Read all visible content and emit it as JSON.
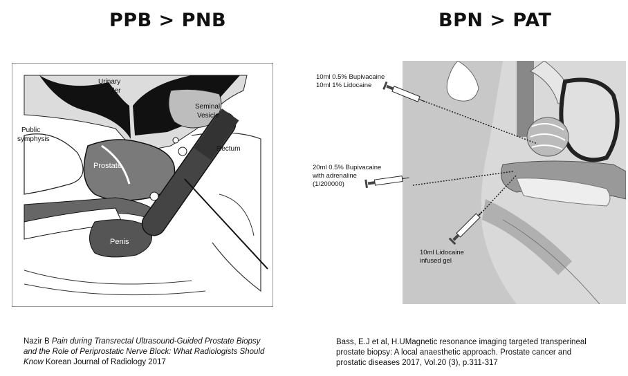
{
  "headings": {
    "left": "PPB > PNB",
    "right": "BPN > PAT"
  },
  "left_diagram": {
    "labels": {
      "urinary_bladder_1": "Urinary",
      "urinary_bladder_2": "Bladder",
      "seminal_1": "Seminal",
      "seminal_2": "Vesicle",
      "pubic_1": "Public",
      "pubic_2": "symphysis",
      "rectum": "Rectum",
      "prostate": "Prostate",
      "penis": "Penis"
    }
  },
  "right_diagram": {
    "annotations": {
      "a1_line1": "10ml 0.5% Bupivacaine",
      "a1_line2": "10ml 1% Lidocaine",
      "a2_line1": "20ml 0.5% Bupivacaine",
      "a2_line2": "with adrenaline",
      "a2_line3": "(1/200000)",
      "a3_line1": "10ml Lidocaine",
      "a3_line2": "infused gel"
    }
  },
  "citations": {
    "left": {
      "author": "Nazir B ",
      "title": "Pain during Transrectal Ultrasound-Guided Prostate Biopsy and the Role of Periprostatic Nerve Block: What Radiologists Should Know",
      "journal": " Korean Journal of Radiology 2017"
    },
    "right": {
      "text": "Bass, E.J et al, H.UMagnetic resonance imaging targeted transperineal prostate biopsy: A local anaesthetic approach. Prostate cancer and prostatic diseases 2017, Vol.20 (3), p.311-317"
    }
  }
}
